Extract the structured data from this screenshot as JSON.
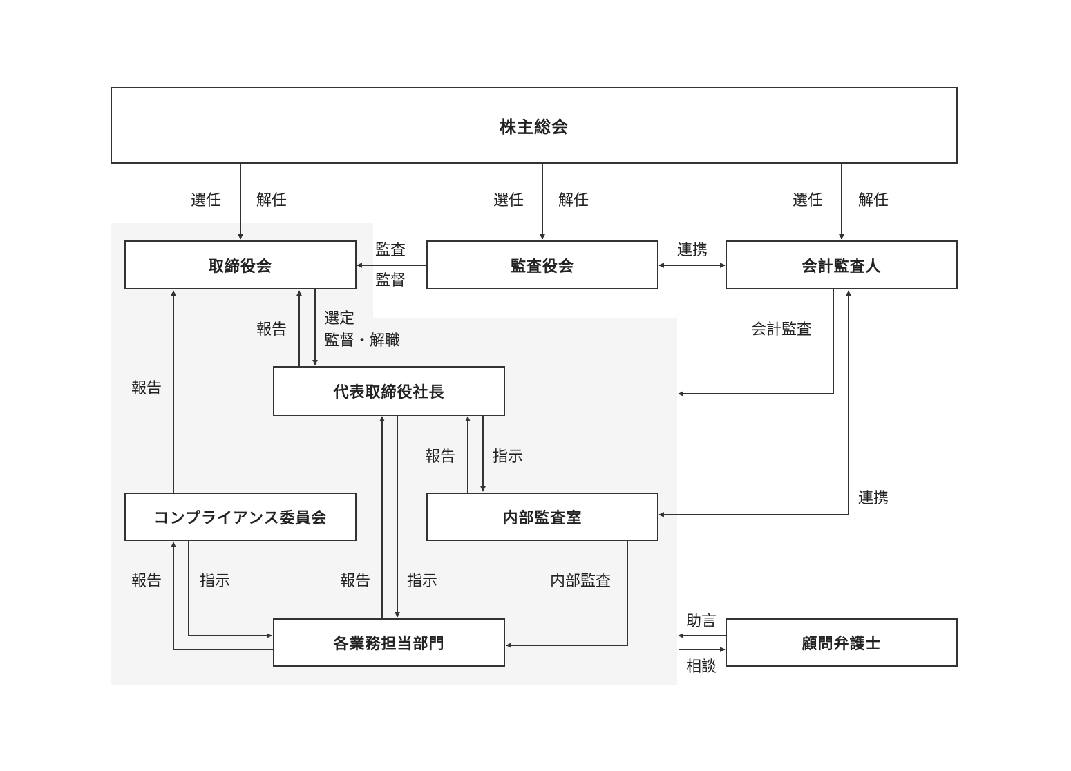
{
  "nodes": {
    "shareholders": "株主総会",
    "board": "取締役会",
    "audit_board": "監査役会",
    "accounting_auditor": "会計監査人",
    "president": "代表取締役社長",
    "compliance": "コンプライアンス委員会",
    "internal_audit": "内部監査室",
    "departments": "各業務担当部門",
    "lawyer": "顧問弁護士"
  },
  "labels": {
    "appoint": "選任",
    "dismiss": "解任",
    "audit": "監査",
    "supervise": "監督",
    "cooperate": "連携",
    "report": "報告",
    "select": "選定",
    "supervise_dismiss": "監督・解職",
    "accounting_audit": "会計監査",
    "instruct": "指示",
    "internal_audit": "内部監査",
    "advice": "助言",
    "consult": "相談"
  },
  "colors": {
    "line": "#333333",
    "shade": "#f5f5f5",
    "text": "#222222"
  }
}
